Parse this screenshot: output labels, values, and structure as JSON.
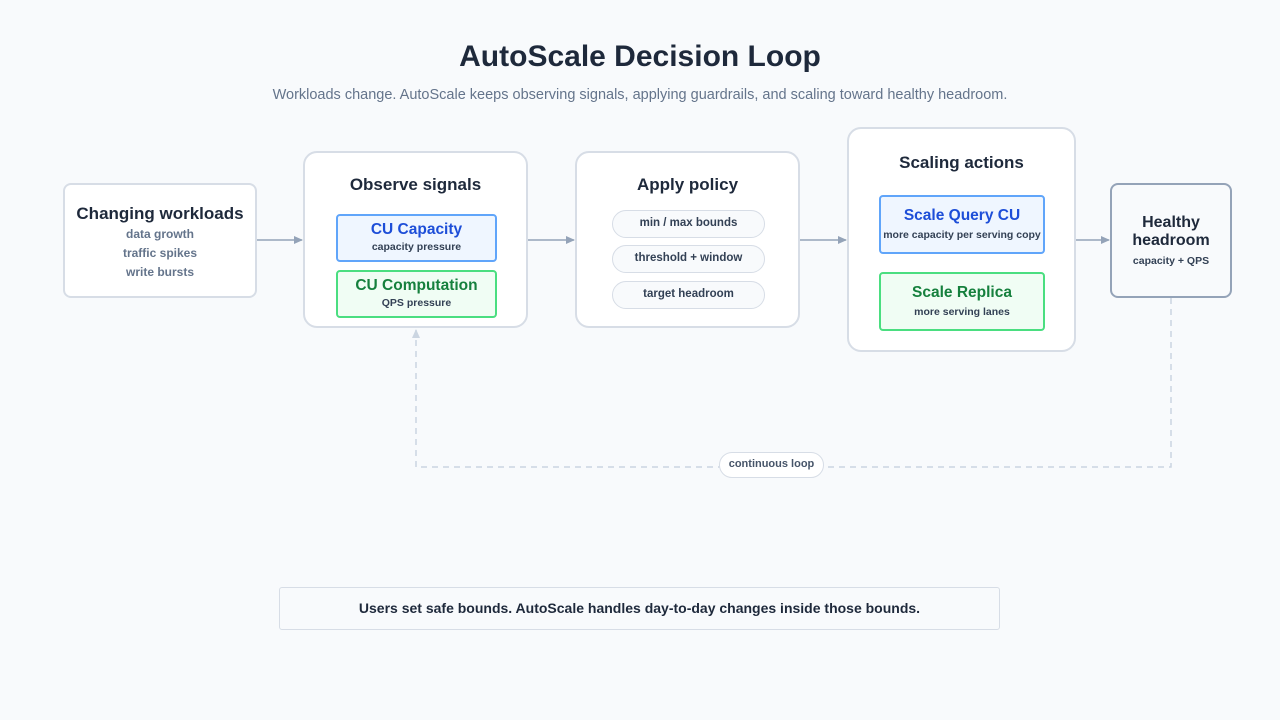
{
  "header": {
    "title": "AutoScale Decision Loop",
    "subtitle": "Workloads change. AutoScale keeps observing signals, applying guardrails, and scaling toward healthy headroom."
  },
  "workloads": {
    "title": "Changing workloads",
    "items": [
      "data growth",
      "traffic spikes",
      "write bursts"
    ]
  },
  "observe": {
    "title": "Observe signals",
    "capacity": {
      "title": "CU Capacity",
      "sub": "capacity pressure"
    },
    "computation": {
      "title": "CU Computation",
      "sub": "QPS pressure"
    }
  },
  "policy": {
    "title": "Apply policy",
    "items": [
      "min / max bounds",
      "threshold + window",
      "target headroom"
    ]
  },
  "actions": {
    "title": "Scaling actions",
    "query_cu": {
      "title": "Scale Query CU",
      "sub": "more capacity per serving copy"
    },
    "replica": {
      "title": "Scale Replica",
      "sub": "more serving lanes"
    }
  },
  "healthy": {
    "title_line1": "Healthy",
    "title_line2": "headroom",
    "sub": "capacity + QPS"
  },
  "loop": {
    "label": "continuous loop"
  },
  "footer": {
    "text": "Users set safe bounds. AutoScale handles day-to-day changes inside those bounds."
  },
  "colors": {
    "background": "#f8fafc",
    "card_border": "#d7dde6",
    "blue_accent": "#1d4ed8",
    "green_accent": "#15803d",
    "arrow": "#94a3b8"
  }
}
